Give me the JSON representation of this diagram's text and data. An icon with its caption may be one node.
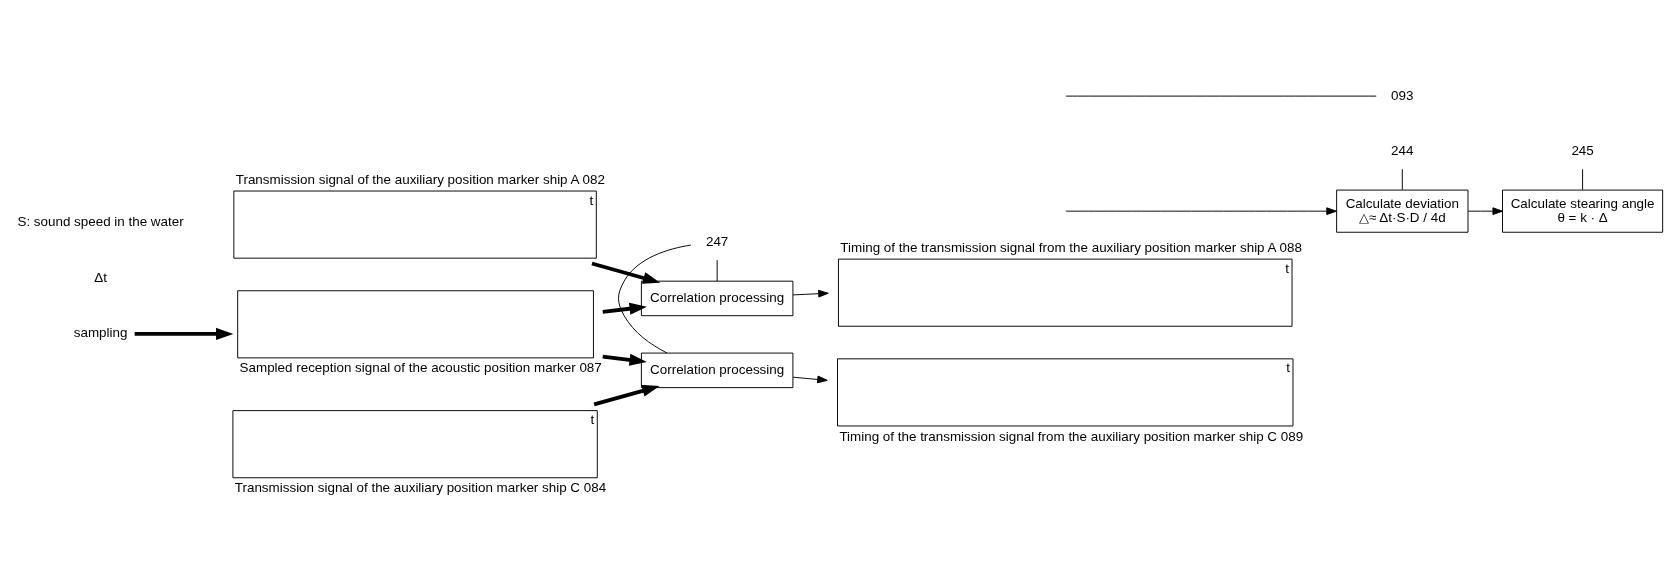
{
  "diagram": {
    "nodes": [
      {
        "text": [
          "sampling"
        ]
      },
      {
        "text": [],
        "shape": "box",
        "beside": [
          "Sampled reception signal of the acoustic position marker 087"
        ]
      },
      {
        "text": [
          "t"
        ],
        "beside": [
          "Transmission signal of the auxiliary position marker ship A 082"
        ]
      },
      {
        "text": [
          "Correlation processing"
        ]
      },
      {
        "text": [
          "Correlation processing"
        ]
      },
      {
        "text": [
          "t"
        ],
        "beside": [
          "Transmission signal of the auxiliary position marker ship C 084"
        ]
      },
      {
        "text": [
          "t"
        ],
        "beside": [
          "Timing of the transmission signal from the auxiliary position marker ship A 088"
        ]
      },
      {
        "text": [
          "t"
        ],
        "beside": [
          "Timing of the transmission signal from the auxiliary position marker ship C 089"
        ]
      },
      {
        "text": [
          "Calculate deviation",
          "△≈ Δt·S·D / 4d"
        ]
      },
      {
        "text": [
          "Calculate stearing angle",
          "θ = k · Δ"
        ]
      },
      {
        "text": [
          "247"
        ]
      },
      {
        "text": [
          "244"
        ]
      },
      {
        "text": [
          "245"
        ]
      },
      {
        "text": [
          "093"
        ]
      }
    ],
    "edges": [
      {
        "from": 0,
        "to": 1,
        "arrow": "to",
        "style": "thick"
      },
      {
        "from": 1,
        "to": 3,
        "arrow": "to",
        "style": "thick"
      },
      {
        "from": 1,
        "to": 4,
        "arrow": "to",
        "style": "thick"
      },
      {
        "from": 2,
        "to": 3,
        "arrow": "to",
        "style": "thick"
      },
      {
        "from": 5,
        "to": 4,
        "arrow": "to",
        "style": "thick"
      },
      {
        "from": 3,
        "to": 6,
        "arrow": "to"
      },
      {
        "from": 4,
        "to": 7,
        "arrow": "to"
      },
      {
        "from": null,
        "to": 8,
        "arrow": "to"
      },
      {
        "from": 8,
        "to": 9,
        "arrow": "to"
      },
      {
        "from": 10,
        "to": 3,
        "arrow": "none"
      },
      {
        "from": 10,
        "to": 4,
        "arrow": "none"
      },
      {
        "from": 11,
        "to": 8,
        "arrow": "none"
      },
      {
        "from": 12,
        "to": 9,
        "arrow": "none"
      },
      {
        "from": 13,
        "to": null,
        "arrow": "none"
      }
    ],
    "labels": [
      "Δt",
      "S: sound speed in the water"
    ]
  }
}
